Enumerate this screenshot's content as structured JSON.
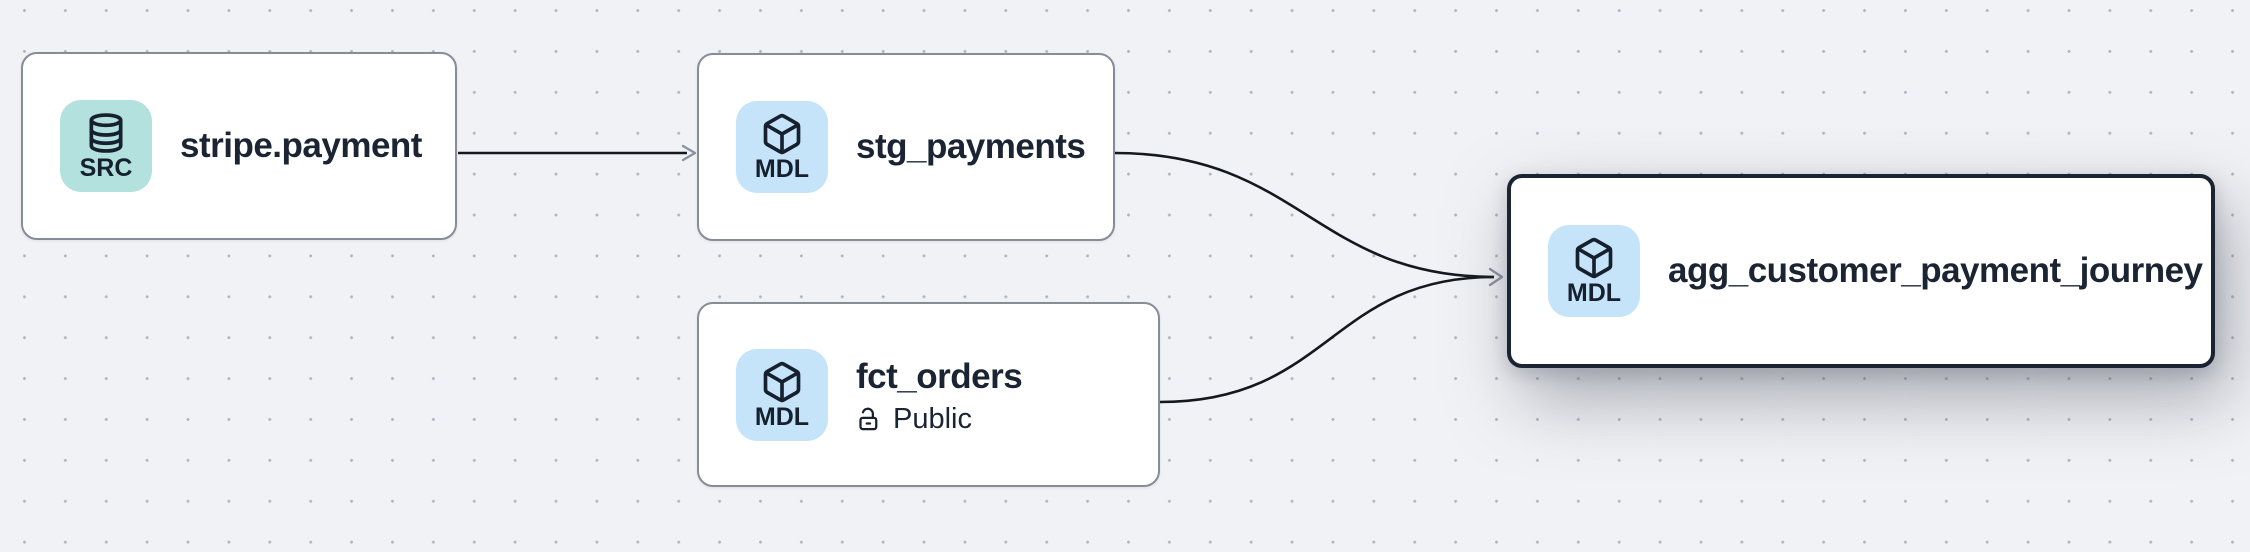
{
  "app": {
    "view": "data-lineage-graph"
  },
  "colors": {
    "canvas_background": "#f1f2f5",
    "grid_dot": "#7d8491",
    "node_background": "#ffffff",
    "node_border": "#868d99",
    "selected_node_border": "#1c2433",
    "source_badge_background": "#b2e1de",
    "model_badge_background": "#c5e4f9",
    "title_text": "#1b2433",
    "edge_stroke": "#14181f",
    "arrowhead_stroke": "#8b92a0"
  },
  "nodes": [
    {
      "id": "stripe.payment",
      "title": "stripe.payment",
      "badge": "SRC",
      "type": "source",
      "selected": false
    },
    {
      "id": "stg_payments",
      "title": "stg_payments",
      "badge": "MDL",
      "type": "model",
      "selected": false
    },
    {
      "id": "fct_orders",
      "title": "fct_orders",
      "badge": "MDL",
      "type": "model",
      "access": "Public",
      "selected": false
    },
    {
      "id": "agg_customer_payment_journey",
      "title": "agg_customer_payment_journey",
      "badge": "MDL",
      "type": "model",
      "selected": true
    }
  ],
  "edges": [
    {
      "source": "stripe.payment",
      "target": "stg_payments"
    },
    {
      "source": "stg_payments",
      "target": "agg_customer_payment_journey"
    },
    {
      "source": "fct_orders",
      "target": "agg_customer_payment_journey"
    }
  ]
}
